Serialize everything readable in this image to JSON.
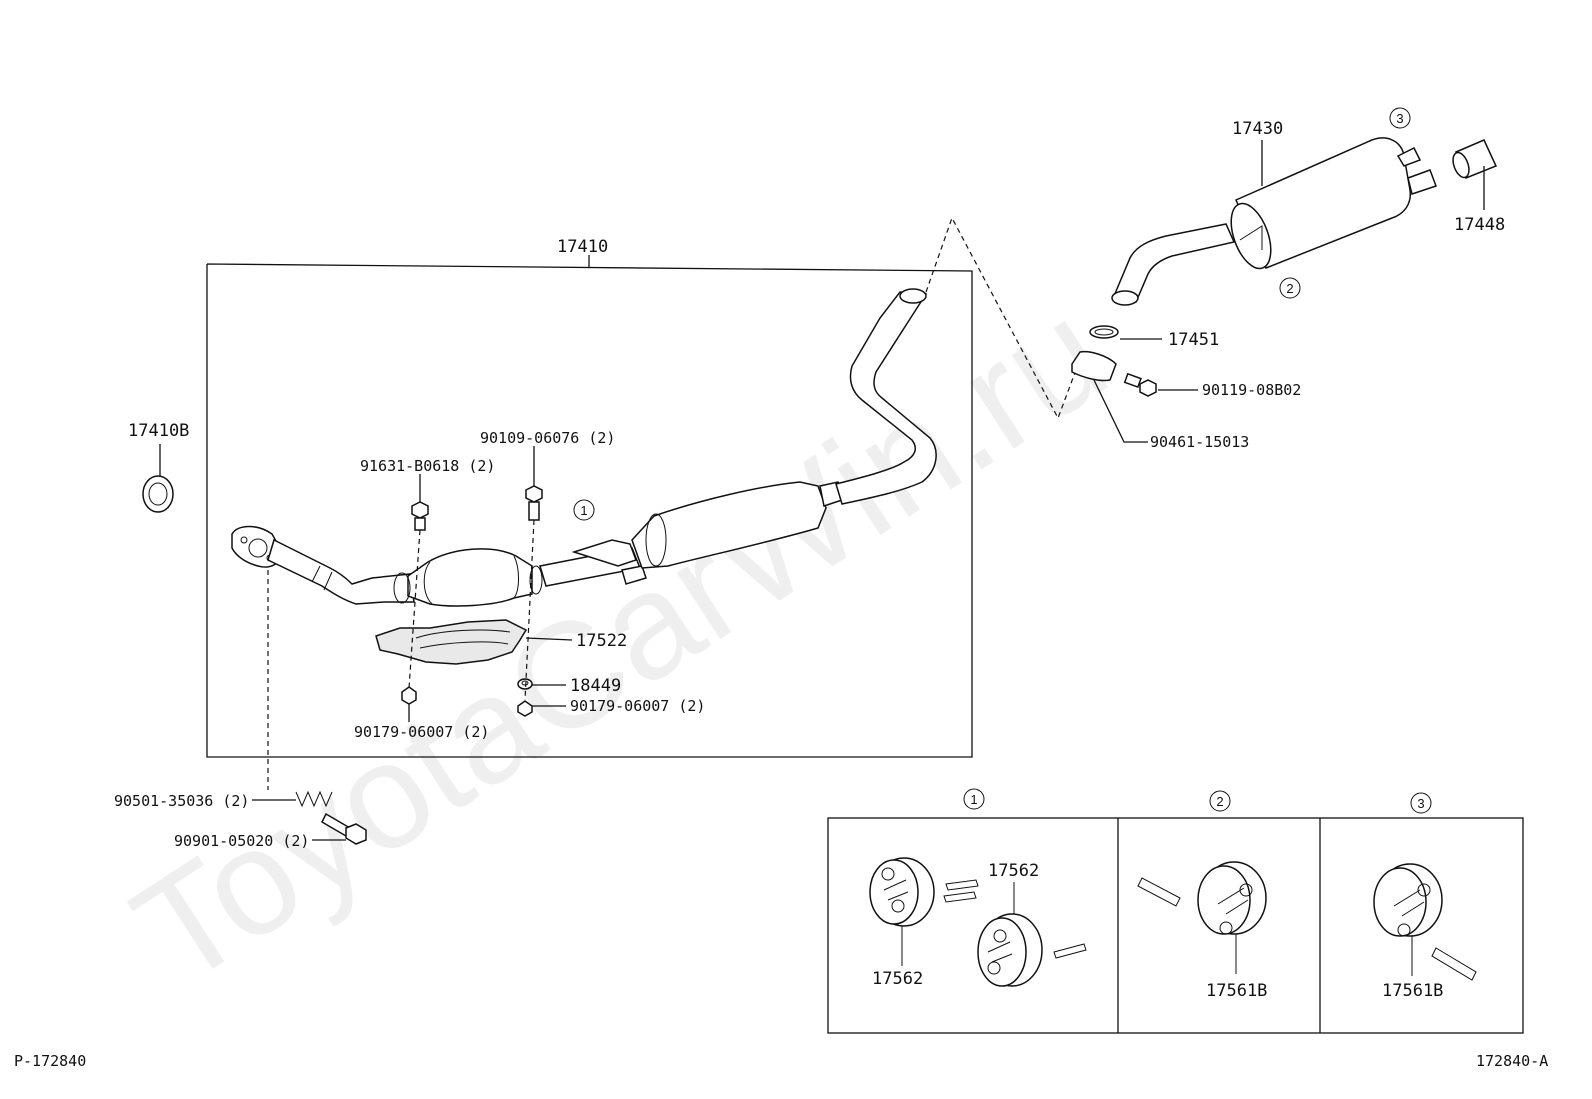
{
  "watermark": "ToyotaCarWin.ru",
  "doc_id_left": "P-172840",
  "doc_id_right": "172840-A",
  "assembly": {
    "label": "17410"
  },
  "parts": {
    "p17410B": "17410B",
    "p91631": "91631-B0618 (2)",
    "p90109": "90109-06076 (2)",
    "p17522": "17522",
    "p18449": "18449",
    "p90179_right": "90179-06007 (2)",
    "p90179_left": "90179-06007 (2)",
    "p90501": "90501-35036 (2)",
    "p90901": "90901-05020 (2)",
    "p17430": "17430",
    "p17448": "17448",
    "p17451": "17451",
    "p90119": "90119-08B02",
    "p90461": "90461-15013"
  },
  "callouts": {
    "c1_main": "1",
    "c2_main": "2",
    "c3_main": "3"
  },
  "detail": {
    "panel1": {
      "callout": "1",
      "label_a": "17562",
      "label_b": "17562"
    },
    "panel2": {
      "callout": "2",
      "label": "17561B"
    },
    "panel3": {
      "callout": "3",
      "label": "17561B"
    }
  }
}
